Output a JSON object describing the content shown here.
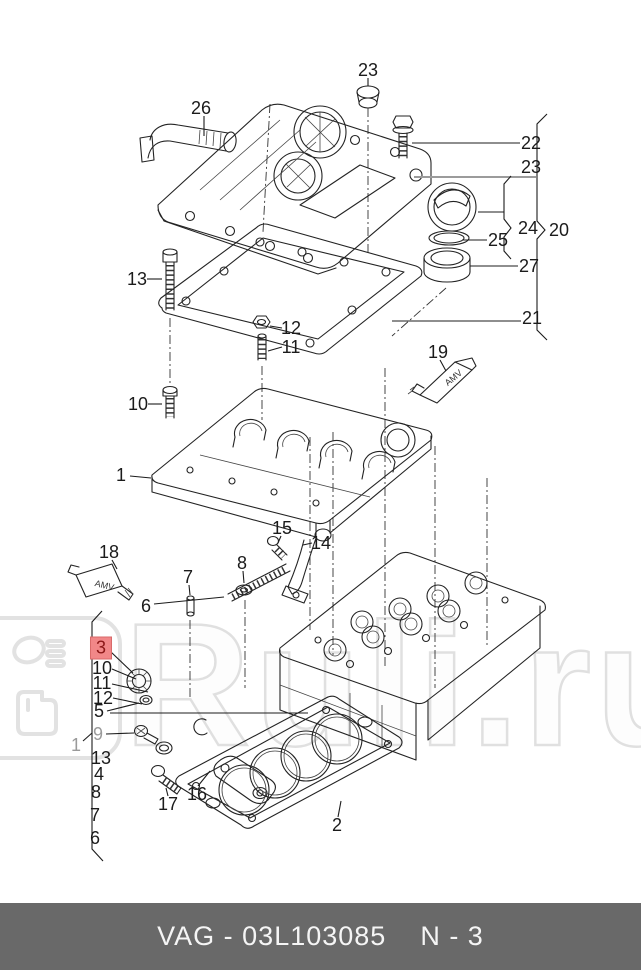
{
  "watermark": {
    "text": "Ruli.ru"
  },
  "labels": {
    "amv": "AMV"
  },
  "colors": {
    "footer_bg": "#696969",
    "highlight_bg": "#f18788",
    "highlight_text": "#8b1717",
    "muted_label": "#9a9a9a",
    "watermark": "#e0e0e0"
  },
  "footer": {
    "catalog": "VAG - 03L103085",
    "page": "N - 3"
  },
  "callouts": [
    {
      "label": "23"
    },
    {
      "label": "26"
    },
    {
      "label": "22"
    },
    {
      "label": "23"
    },
    {
      "label": "24"
    },
    {
      "label": "20"
    },
    {
      "label": "25"
    },
    {
      "label": "27"
    },
    {
      "label": "21"
    },
    {
      "label": "13"
    },
    {
      "label": "12"
    },
    {
      "label": "11"
    },
    {
      "label": "19"
    },
    {
      "label": "10"
    },
    {
      "label": "1"
    },
    {
      "label": "18"
    },
    {
      "label": "15"
    },
    {
      "label": "14"
    },
    {
      "label": "8"
    },
    {
      "label": "7"
    },
    {
      "label": "6"
    },
    {
      "label": "3",
      "variant": "highlight"
    },
    {
      "label": "10"
    },
    {
      "label": "11"
    },
    {
      "label": "12"
    },
    {
      "label": "5"
    },
    {
      "label": "9",
      "variant": "muted"
    },
    {
      "label": "1",
      "variant": "muted"
    },
    {
      "label": "13"
    },
    {
      "label": "4"
    },
    {
      "label": "8"
    },
    {
      "label": "7"
    },
    {
      "label": "6"
    },
    {
      "label": "17"
    },
    {
      "label": "16"
    },
    {
      "label": "2"
    }
  ]
}
